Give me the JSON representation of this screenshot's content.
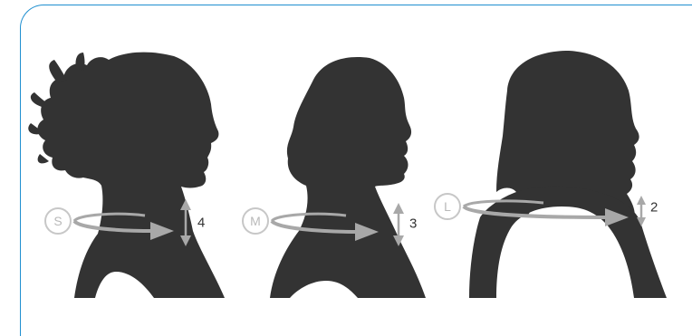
{
  "panels": [
    {
      "id": "small",
      "size_label": "S",
      "height_value": "4"
    },
    {
      "id": "medium",
      "size_label": "M",
      "height_value": "3"
    },
    {
      "id": "large",
      "size_label": "L",
      "height_value": "2"
    }
  ],
  "colors": {
    "border": "#1f8fd0",
    "silhouette": "#333333",
    "arrow_gray": "#a8a8a8",
    "marker_gray": "#c7c7c7"
  },
  "icons": [
    "head-silhouette",
    "neck-measurement-arrow",
    "size-marker-circle",
    "double-headed-arrow"
  ]
}
